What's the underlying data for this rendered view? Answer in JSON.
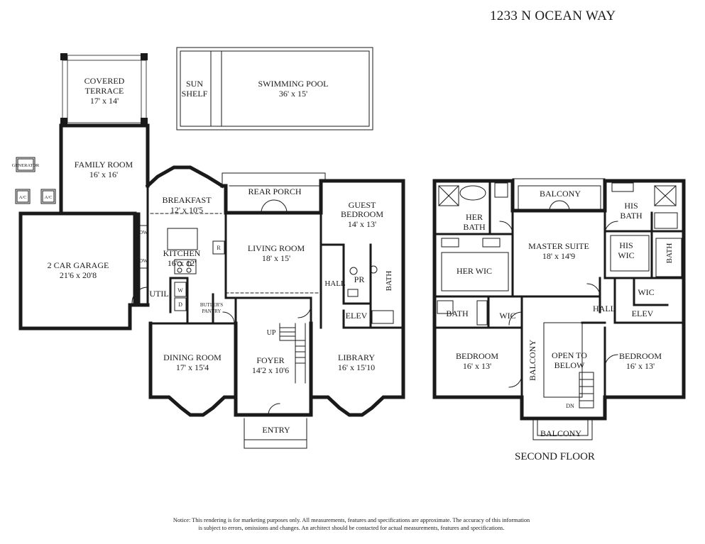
{
  "title": "1233 N OCEAN WAY",
  "floor_label": "SECOND FLOOR",
  "notice": {
    "line1": "Notice: This rendering is for marketing purposes only. All measurements, features and specifications are approximate. The accuracy of this information",
    "line2": "is subject to errors, omissions and changes. An architect should be contacted for actual measurements, features and specifications."
  },
  "first_floor": {
    "covered_terrace": {
      "name1": "COVERED",
      "name2": "TERRACE",
      "size": "17' x 14'"
    },
    "sun_shelf": {
      "name1": "SUN",
      "name2": "SHELF"
    },
    "swimming_pool": {
      "name": "SWIMMING POOL",
      "size": "36' x 15'"
    },
    "generator": "GENERATOR",
    "ac1": "A/C",
    "ac2": "A/C",
    "family_room": {
      "name": "FAMILY ROOM",
      "size": "16' x 16'"
    },
    "breakfast": {
      "name": "BREAKFAST",
      "size": "12' x 10'5"
    },
    "rear_porch": "REAR PORCH",
    "guest_bedroom": {
      "name1": "GUEST",
      "name2": "BEDROOM",
      "size": "14' x 13'"
    },
    "garage": {
      "name": "2 CAR GARAGE",
      "size": "21'6 x 20'8"
    },
    "kitchen": {
      "name": "KITCHEN",
      "size": "16' x 12'"
    },
    "living_room": {
      "name": "LIVING ROOM",
      "size": "18' x 15'"
    },
    "dw1": "DW",
    "dw2": "DW",
    "r": "R",
    "util": "UTIL",
    "w": "W",
    "d": "D",
    "butlers_pantry": {
      "name1": "BUTLER'S",
      "name2": "PANTRY"
    },
    "hall": "HALL",
    "pr": "PR",
    "bath": "BATH",
    "elev": "ELEV",
    "up": "UP",
    "dining_room": {
      "name": "DINING ROOM",
      "size": "17' x 15'4"
    },
    "foyer": {
      "name": "FOYER",
      "size": "14'2 x 10'6"
    },
    "library": {
      "name": "LIBRARY",
      "size": "16' x 15'10"
    },
    "entry": "ENTRY"
  },
  "second_floor": {
    "balcony_top": "BALCONY",
    "her_bath": {
      "name1": "HER",
      "name2": "BATH"
    },
    "his_bath": {
      "name1": "HIS",
      "name2": "BATH"
    },
    "master_suite": {
      "name": "MASTER SUITE",
      "size": "18' x 14'9"
    },
    "his_wic": {
      "name1": "HIS",
      "name2": "WIC"
    },
    "bath_right": "BATH",
    "her_wic": "HER WIC",
    "wic_right": "WIC",
    "bath_left": "BATH",
    "wic_left": "WIC",
    "hall": "HALL",
    "elev": "ELEV",
    "bedroom_left": {
      "name": "BEDROOM",
      "size": "16' x 13'"
    },
    "balcony_side": "BALCONY",
    "open_to_below": {
      "name1": "OPEN TO",
      "name2": "BELOW"
    },
    "bedroom_right": {
      "name": "BEDROOM",
      "size": "16' x 13'"
    },
    "dn": "DN",
    "balcony_bottom": "BALCONY"
  }
}
